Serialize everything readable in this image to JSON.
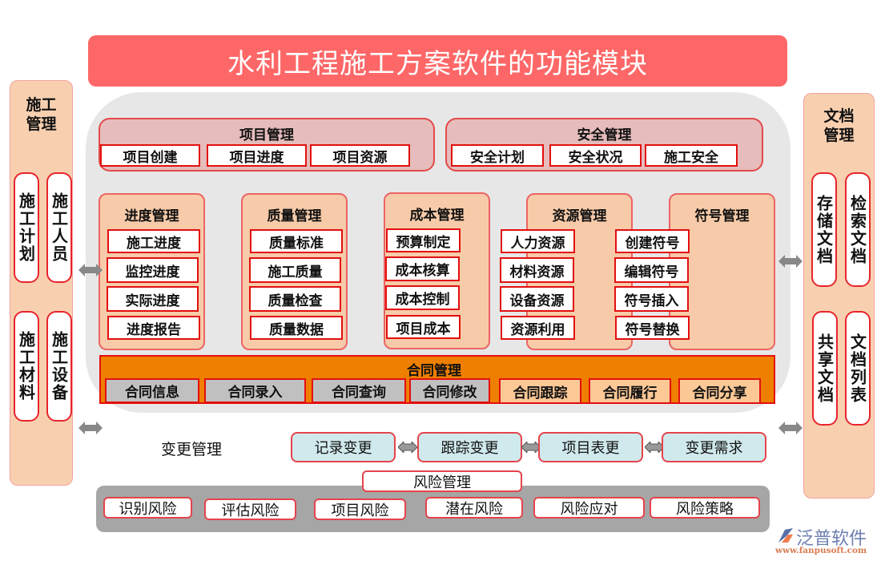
{
  "title": "水利工程施工方案软件的功能模块",
  "left_panel": {
    "title_line1": "施工",
    "title_line2": "管理",
    "items": [
      "施工计划",
      "施工人员",
      "施工材料",
      "施工设备"
    ]
  },
  "right_panel": {
    "title_line1": "文档",
    "title_line2": "管理",
    "items": [
      "存储文档",
      "检索文档",
      "共享文档",
      "文档列表"
    ]
  },
  "project_mgmt": {
    "title": "项目管理",
    "items": [
      "项目创建",
      "项目进度",
      "项目资源"
    ]
  },
  "safety_mgmt": {
    "title": "安全管理",
    "items": [
      "安全计划",
      "安全状况",
      "施工安全"
    ]
  },
  "modules": [
    {
      "title": "进度管理",
      "items": [
        "施工进度",
        "监控进度",
        "实际进度",
        "进度报告"
      ]
    },
    {
      "title": "质量管理",
      "items": [
        "质量标准",
        "施工质量",
        "质量检查",
        "质量数据"
      ]
    },
    {
      "title": "成本管理",
      "items": [
        "预算制定",
        "成本核算",
        "成本控制",
        "项目成本"
      ]
    },
    {
      "title": "资源管理",
      "items": [
        "人力资源",
        "材料资源",
        "设备资源",
        "资源利用"
      ]
    },
    {
      "title": "符号管理",
      "items": [
        "创建符号",
        "编辑符号",
        "符号插入",
        "符号替换"
      ]
    }
  ],
  "contract_mgmt": {
    "title": "合同管理",
    "gray_items": [
      "合同信息",
      "合同录入",
      "合同查询",
      "合同修改"
    ],
    "peach_items": [
      "合同跟踪",
      "合同履行",
      "合同分享"
    ]
  },
  "change_mgmt": {
    "title": "变更管理",
    "items": [
      "记录变更",
      "跟踪变更",
      "项目表更",
      "变更需求"
    ]
  },
  "risk_mgmt": {
    "title": "风险管理",
    "items": [
      "识别风险",
      "评估风险",
      "项目风险",
      "潜在风险",
      "风险应对",
      "风险策略"
    ]
  },
  "logo": {
    "name": "泛普软件",
    "url": "www.fanpusoft.com"
  },
  "colors": {
    "title_bg": "#fe6767",
    "side_panel_bg": "#f8d0b0",
    "main_bg": "#e7e7e7",
    "group_pink": "#e6bcbc",
    "group_peach": "#f7cba9",
    "contract_orange": "#ee7f00",
    "contract_gray": "#c0c0c0",
    "change_teal": "#d0e9ec",
    "risk_gray": "#a6a6a6",
    "border_red": "#e30f0f"
  }
}
